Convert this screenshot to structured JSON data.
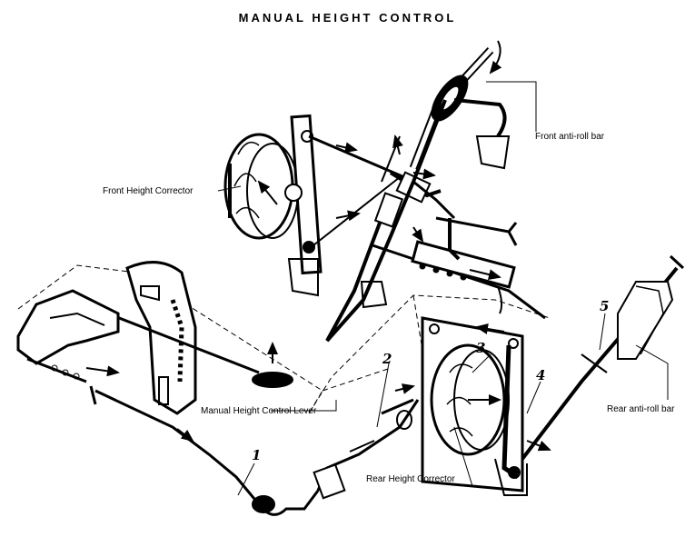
{
  "title": "MANUAL HEIGHT CONTROL",
  "labels": {
    "front_anti_roll_bar": "Front anti-roll bar",
    "front_height_corrector": "Front Height Corrector",
    "manual_height_control_lever": "Manual Height Control Lever",
    "rear_anti_roll_bar": "Rear anti-roll bar",
    "rear_height_corrector": "Rear Height Corrector"
  },
  "callouts": [
    "1",
    "2",
    "3",
    "4",
    "5"
  ]
}
